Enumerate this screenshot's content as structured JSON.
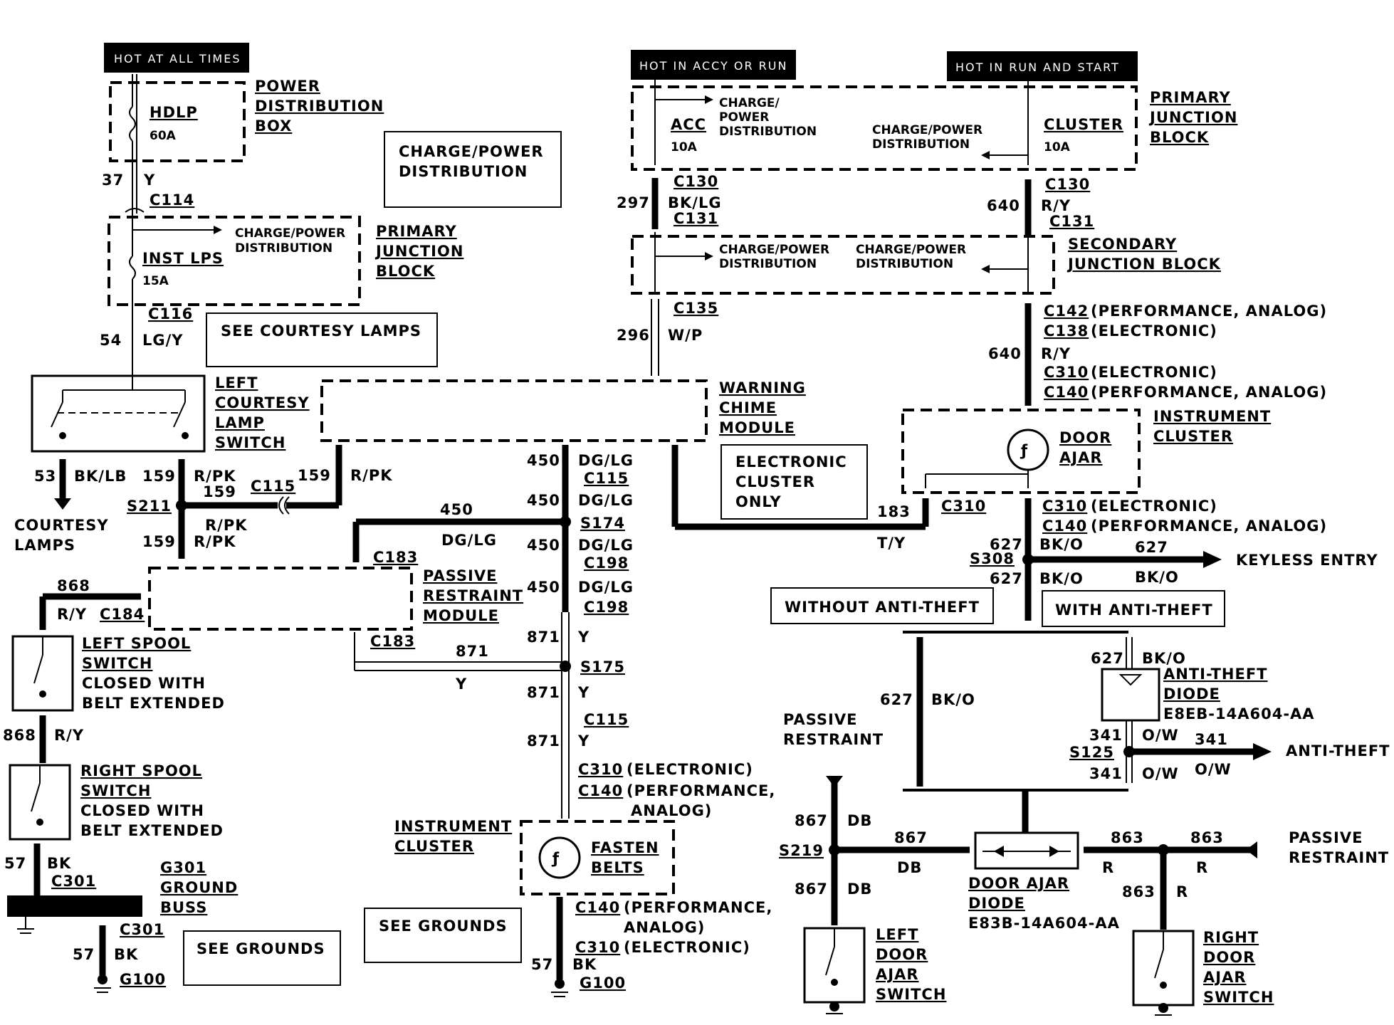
{
  "headers": {
    "hot_always": "HOT AT ALL TIMES",
    "hot_accy": "HOT IN ACCY OR RUN",
    "hot_run": "HOT IN  RUN  AND  START"
  },
  "fuses": {
    "hdlp": {
      "name": "HDLP",
      "rating": "60A"
    },
    "inst_lps": {
      "name": "INST LPS",
      "rating": "15A"
    },
    "acc": {
      "name": "ACC",
      "rating": "10A"
    },
    "cluster": {
      "name": "CLUSTER",
      "rating": "10A"
    }
  },
  "labels": {
    "power_distribution_box": [
      "POWER",
      "DISTRIBUTION",
      "BOX"
    ],
    "primary_junction_block": [
      "PRIMARY",
      "JUNCTION",
      "BLOCK"
    ],
    "secondary_junction_block": [
      "SECONDARY",
      "JUNCTION BLOCK"
    ],
    "charge_power": [
      "CHARGE/POWER",
      "DISTRIBUTION"
    ],
    "charge_power_acc": [
      "CHARGE/",
      "POWER",
      "DISTRIBUTION"
    ],
    "see_courtesy_lamps": "SEE COURTESY LAMPS",
    "left_courtesy_lamp_switch": [
      "LEFT",
      "COURTESY",
      "LAMP",
      "SWITCH"
    ],
    "courtesy_lamps": [
      "COURTESY",
      "LAMPS"
    ],
    "warning_chime_module": [
      "WARNING",
      "CHIME",
      "MODULE"
    ],
    "electronic_cluster_only": [
      "ELECTRONIC",
      "CLUSTER",
      "ONLY"
    ],
    "instrument_cluster": [
      "INSTRUMENT",
      "CLUSTER"
    ],
    "door_ajar": [
      "DOOR",
      "AJAR"
    ],
    "keyless_entry": "KEYLESS ENTRY",
    "without_anti_theft": "WITHOUT ANTI-THEFT",
    "with_anti_theft": "WITH ANTI-THEFT",
    "passive_restraint_module": [
      "PASSIVE",
      "RESTRAINT",
      "MODULE"
    ],
    "left_spool_switch": [
      "LEFT SPOOL",
      "SWITCH",
      "CLOSED WITH",
      "BELT EXTENDED"
    ],
    "right_spool_switch": [
      "RIGHT SPOOL",
      "SWITCH",
      "CLOSED WITH",
      "BELT EXTENDED"
    ],
    "g301": [
      "G301",
      "GROUND",
      "BUSS"
    ],
    "see_grounds": "SEE GROUNDS",
    "fasten_belts": [
      "FASTEN",
      "BELTS"
    ],
    "passive_restraint": [
      "PASSIVE",
      "RESTRAINT"
    ],
    "anti_theft_diode": [
      "ANTI-THEFT",
      "DIODE",
      "E8EB-14A604-AA"
    ],
    "anti_theft": "ANTI-THEFT",
    "door_ajar_diode": [
      "DOOR AJAR",
      "DIODE",
      "E83B-14A604-AA"
    ],
    "left_door_ajar_switch": [
      "LEFT",
      "DOOR",
      "AJAR",
      "SWITCH"
    ],
    "right_door_ajar_switch": [
      "RIGHT",
      "DOOR",
      "AJAR",
      "SWITCH"
    ],
    "electronic": "(ELECTRONIC)",
    "performance_analog": "(PERFORMANCE, ANALOG)",
    "performance_comma": "(PERFORMANCE,",
    "analog": "ANALOG)"
  },
  "connectors": {
    "c114": "C114",
    "c116": "C116",
    "c115": "C115",
    "c183": "C183",
    "c184": "C184",
    "c130": "C130",
    "c131": "C131",
    "c135": "C135",
    "c142": "C142",
    "c138": "C138",
    "c310": "C310",
    "c140": "C140",
    "c198": "C198",
    "c301": "C301",
    "s211": "S211",
    "s174": "S174",
    "s175": "S175",
    "s308": "S308",
    "s125": "S125",
    "s219": "S219",
    "g301": "G301",
    "g100": "G100"
  },
  "circuits": {
    "c37": "37",
    "c54": "54",
    "c53": "53",
    "c159": "159",
    "c868": "868",
    "c57": "57",
    "c450": "450",
    "c871": "871",
    "c297": "297",
    "c296": "296",
    "c640": "640",
    "c183": "183",
    "c627": "627",
    "c341": "341",
    "c867": "867",
    "c863": "863"
  },
  "colors": {
    "y": "Y",
    "lgy": "LG/Y",
    "bklb": "BK/LB",
    "rpk": "R/PK",
    "ry": "R/Y",
    "bk": "BK",
    "dglg": "DG/LG",
    "bklg": "BK/LG",
    "wp": "W/P",
    "ty": "T/Y",
    "bko": "BK/O",
    "ow": "O/W",
    "db": "DB",
    "r": "R"
  },
  "style": {
    "ink": "#000000",
    "paper": "#ffffff"
  }
}
